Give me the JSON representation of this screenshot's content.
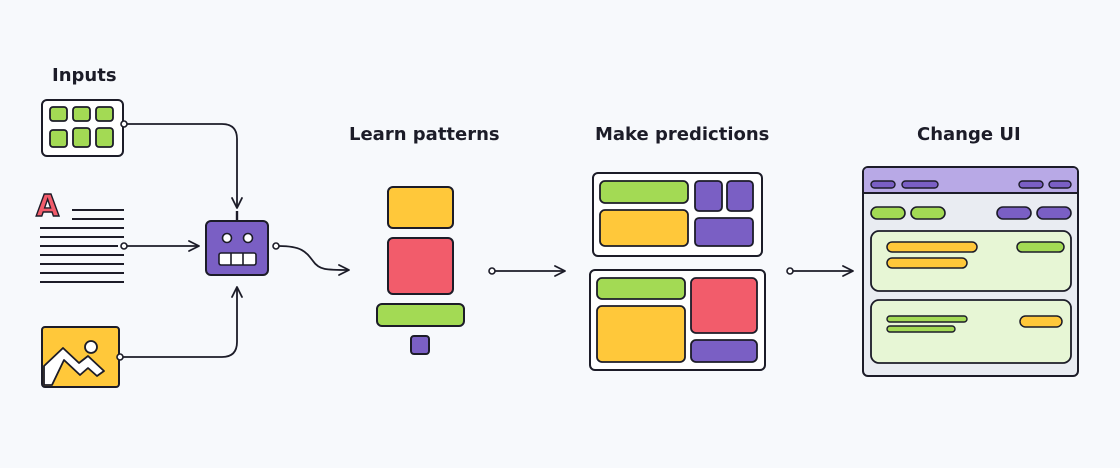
{
  "labels": {
    "inputs": "Inputs",
    "learn": "Learn patterns",
    "predict": "Make predictions",
    "change": "Change UI"
  },
  "text_icon_letter": "A",
  "colors": {
    "background": "#f7f9fc",
    "stroke": "#1c1c28",
    "green": "#a3da54",
    "yellow": "#ffc83a",
    "red": "#f25c6b",
    "purple": "#7a5fc4",
    "pale_green": "#e7f6d5",
    "lavender": "#b8a9e6",
    "gray": "#e9ecf2"
  },
  "icons": {
    "inputs_grid": "grid-icon",
    "inputs_text": "text-document-icon",
    "inputs_image": "image-icon",
    "model": "robot-icon"
  }
}
